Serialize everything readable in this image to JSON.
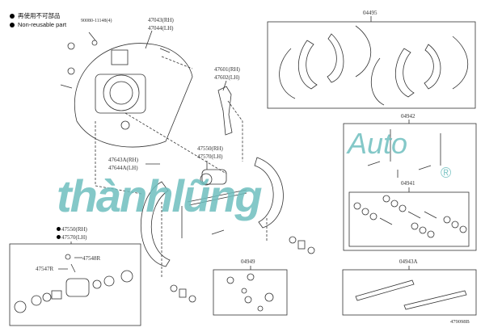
{
  "legend": {
    "cn": "再使用不可部品",
    "en": "Non-reusable part"
  },
  "labels": {
    "bolt": "90080-11148(4)",
    "plate_rh": "47043(RH)",
    "plate_lh": "47044(LH)",
    "lever_rh": "47601(RH)",
    "lever_lh": "47602(LH)",
    "shoe_kit": "04495",
    "spring_kit": "04942",
    "holddown_kit": "04941",
    "strut_rh": "47643A(RH)",
    "strut_lh": "47644A(LH)",
    "cyl_rh": "47550(RH)",
    "cyl_lh": "47570(LH)",
    "cyl2_rh": "47550(RH)",
    "cyl2_lh": "47570(LH)",
    "bleeder_cap": "47548R",
    "bleeder": "47547R",
    "cup_kit": "04949",
    "adjuster_kit": "04943A",
    "figure_id": "479098B"
  },
  "watermark": {
    "brand": "thànhlũng",
    "sub": "Auto",
    "mark": "®",
    "color": "#6fbfbf"
  }
}
